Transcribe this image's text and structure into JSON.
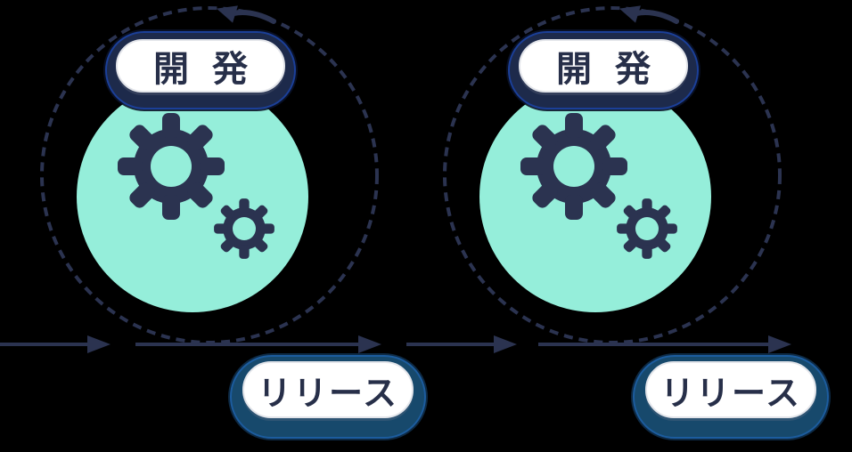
{
  "diagram": {
    "type": "iterative-development-cycle",
    "cycles": [
      {
        "top_label": "開発",
        "bottom_label": "リリース"
      },
      {
        "top_label": "開発",
        "bottom_label": "リリース"
      }
    ],
    "flow": {
      "direction_icons": [
        "flow-arrowhead-icon",
        "cycle-rotation-arrow-icon"
      ],
      "arrowhead_count_on_timeline": 4
    },
    "icons": [
      "gear-icon-large",
      "gear-icon-small"
    ],
    "colors": {
      "ink_navy": "#2B3350",
      "text_navy": "#272F49",
      "mint_green": "#95EEDA",
      "dev_pill_shadow": "#1D2A4B",
      "dev_pill_rim_blue": "#1B3F98",
      "release_pill_shadow": "#17496C",
      "release_pill_rim_blue": "#1C5C9E",
      "pill_face": "#FFFFFF",
      "background": "#000000"
    }
  }
}
